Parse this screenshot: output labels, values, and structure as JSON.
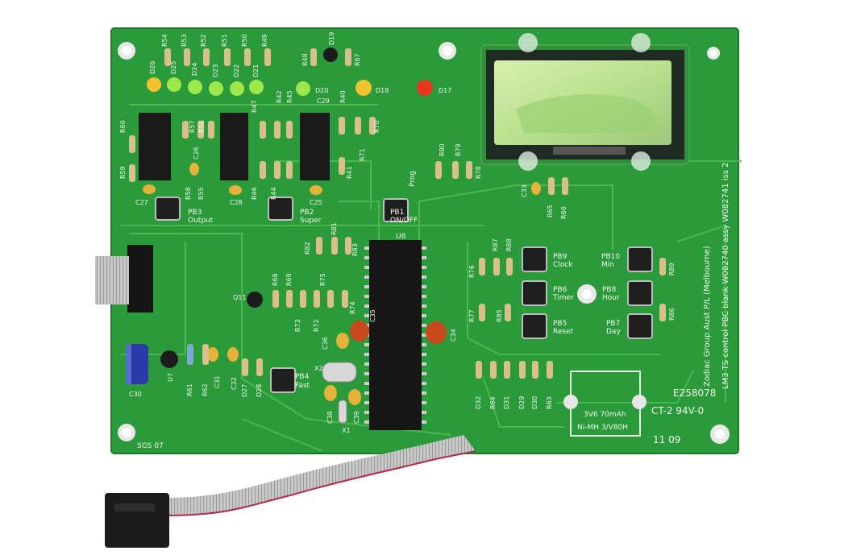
{
  "board": {
    "manufacturer_line": "Zodiac Group Aust P/L (Melbourne)",
    "product_line": "LM3 TS control PBC blank W082740 assy W082741 iss 2",
    "code": "E258078",
    "ul_mark": "CT-2 94V-0",
    "date_code": "11 09",
    "sgs": "SGS 07",
    "prog": "Prog"
  },
  "battery": {
    "line1": "3V6 70mAh",
    "line2": "Ni-MH 3/V80H"
  },
  "chip": {
    "ref": "U8"
  },
  "buttons": [
    {
      "ref": "PB1",
      "label": "ON/OFF"
    },
    {
      "ref": "PB2",
      "label": "Super"
    },
    {
      "ref": "PB3",
      "label": "Output"
    },
    {
      "ref": "PB4",
      "label": "Fast"
    },
    {
      "ref": "PB5",
      "label": "Reset"
    },
    {
      "ref": "PB6",
      "label": "Timer"
    },
    {
      "ref": "PB7",
      "label": "Day"
    },
    {
      "ref": "PB8",
      "label": "Hour"
    },
    {
      "ref": "PB9",
      "label": "Clock"
    },
    {
      "ref": "PB10",
      "label": "Min"
    }
  ],
  "leds": [
    "D26",
    "D25",
    "D24",
    "D23",
    "D22",
    "D21",
    "D20",
    "D18",
    "D17"
  ],
  "top_resistors": [
    "R54",
    "R53",
    "R52",
    "R51",
    "R50",
    "R49",
    "R48",
    "R67"
  ],
  "misc_refs": {
    "d19": "D19",
    "c27": "C27",
    "c28": "C28",
    "c25": "C25",
    "c26": "C26",
    "c29": "C29",
    "c30": "C30",
    "c31": "C31",
    "c32": "C32",
    "c33": "C33",
    "c34": "C34",
    "c35": "C35",
    "c36": "C36",
    "c38": "C38",
    "c39": "C39",
    "q11": "Q11",
    "u7": "U7",
    "x1": "X1",
    "x2": "X2",
    "r60": "R60",
    "r59": "R59",
    "r80": "R80",
    "r79": "R79",
    "r78": "R78",
    "r65": "R65",
    "r66": "R66",
    "r81": "R81",
    "r82": "R82",
    "r83": "R83",
    "r68": "R68",
    "r69": "R69",
    "r75": "R75",
    "r73": "R73",
    "r72": "R72",
    "r74": "R74",
    "r87": "R87",
    "r88": "R88",
    "r76": "R76",
    "r77": "R77",
    "r85": "R85",
    "r89": "R89",
    "r86": "R86",
    "r61": "R61",
    "r62": "R62",
    "r64": "R64",
    "r63": "R63",
    "d27": "D27",
    "d28": "D28",
    "d29": "D29",
    "d30": "D30",
    "d31": "D31",
    "d32": "D32",
    "r70": "R70",
    "r71": "R71",
    "r40": "R40",
    "r41": "R41",
    "r42": "R42",
    "r45": "R45",
    "r47": "R47",
    "r46": "R46",
    "r44": "R44",
    "r57": "R57",
    "r56": "R56",
    "r58": "R58",
    "r55": "R55"
  }
}
